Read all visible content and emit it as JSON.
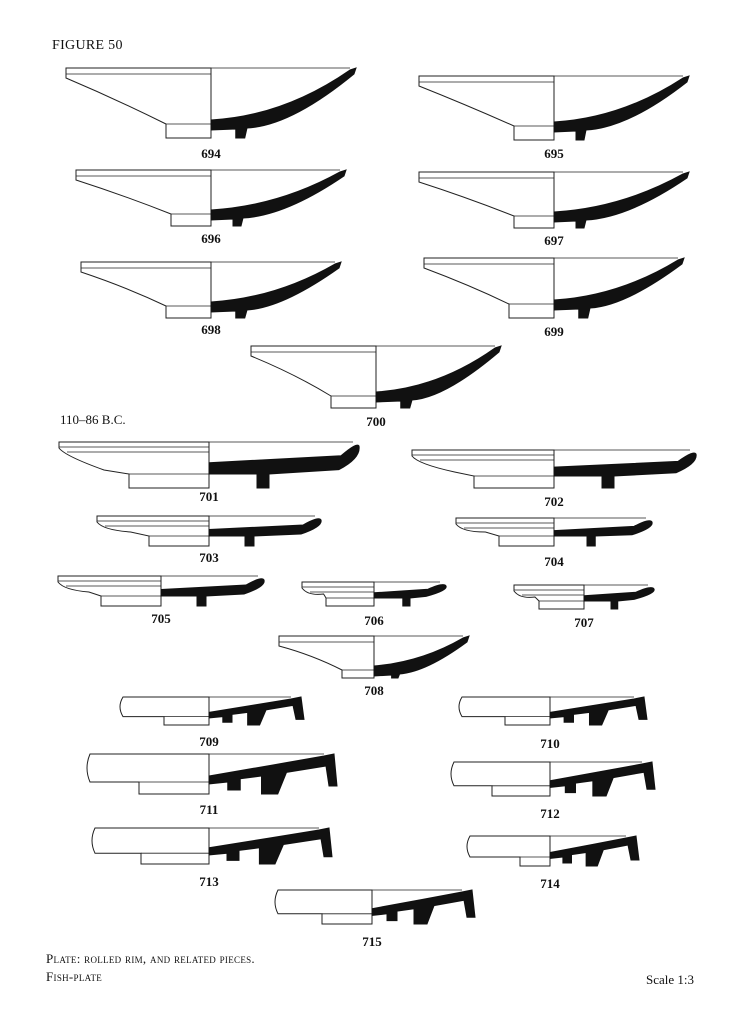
{
  "figure_label": "FIGURE 50",
  "period_label": "110–86 B.C.",
  "caption_line1": "Plate: rolled rim, and related pieces.",
  "caption_line2": "Fish-plate",
  "scale_label": "Scale 1:3",
  "profile_fill": "#111111",
  "items": [
    {
      "number": "694"
    },
    {
      "number": "695"
    },
    {
      "number": "696"
    },
    {
      "number": "697"
    },
    {
      "number": "698"
    },
    {
      "number": "699"
    },
    {
      "number": "700"
    },
    {
      "number": "701"
    },
    {
      "number": "702"
    },
    {
      "number": "703"
    },
    {
      "number": "704"
    },
    {
      "number": "705"
    },
    {
      "number": "706"
    },
    {
      "number": "707"
    },
    {
      "number": "708"
    },
    {
      "number": "709"
    },
    {
      "number": "710"
    },
    {
      "number": "711"
    },
    {
      "number": "712"
    },
    {
      "number": "713"
    },
    {
      "number": "714"
    },
    {
      "number": "715"
    }
  ]
}
